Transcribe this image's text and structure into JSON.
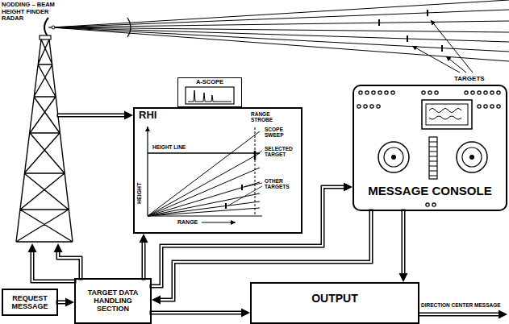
{
  "diagram": {
    "nodes": [
      {
        "text": [
          "NODDING – BEAM HEIGHT FINDER RADAR"
        ]
      },
      {
        "text": [
          "A-SCOPE"
        ]
      },
      {
        "text": [
          "RHI",
          "RANGE STROBE",
          "SCOPE SWEEP",
          "HEIGHT LINE",
          "SELECTED TARGET",
          "OTHER TARGETS",
          "HEIGHT",
          "RANGE"
        ]
      },
      {
        "text": [
          "MESSAGE CONSOLE"
        ]
      },
      {
        "text": [
          "REQUEST MESSAGE"
        ]
      },
      {
        "text": [
          "TARGET DATA HANDLING SECTION"
        ]
      },
      {
        "text": [
          "OUTPUT"
        ]
      }
    ],
    "edges": [
      {
        "from": 0,
        "to": 2,
        "arrow": "to"
      },
      {
        "from": 5,
        "to": 0,
        "arrow": "to"
      },
      {
        "from": 5,
        "to": 0,
        "arrow": "to"
      },
      {
        "from": 5,
        "to": 2,
        "arrow": "to"
      },
      {
        "from": 5,
        "to": 3,
        "arrow": "to"
      },
      {
        "from": 3,
        "to": 6,
        "arrow": "to"
      },
      {
        "from": 3,
        "to": 5,
        "arrow": "to"
      },
      {
        "from": 5,
        "to": 6,
        "arrow": "to"
      },
      {
        "from": 4,
        "to": 5,
        "arrow": "to"
      }
    ],
    "labels": [
      "DIRECTION CENTER MESSAGE",
      "TARGETS"
    ]
  }
}
